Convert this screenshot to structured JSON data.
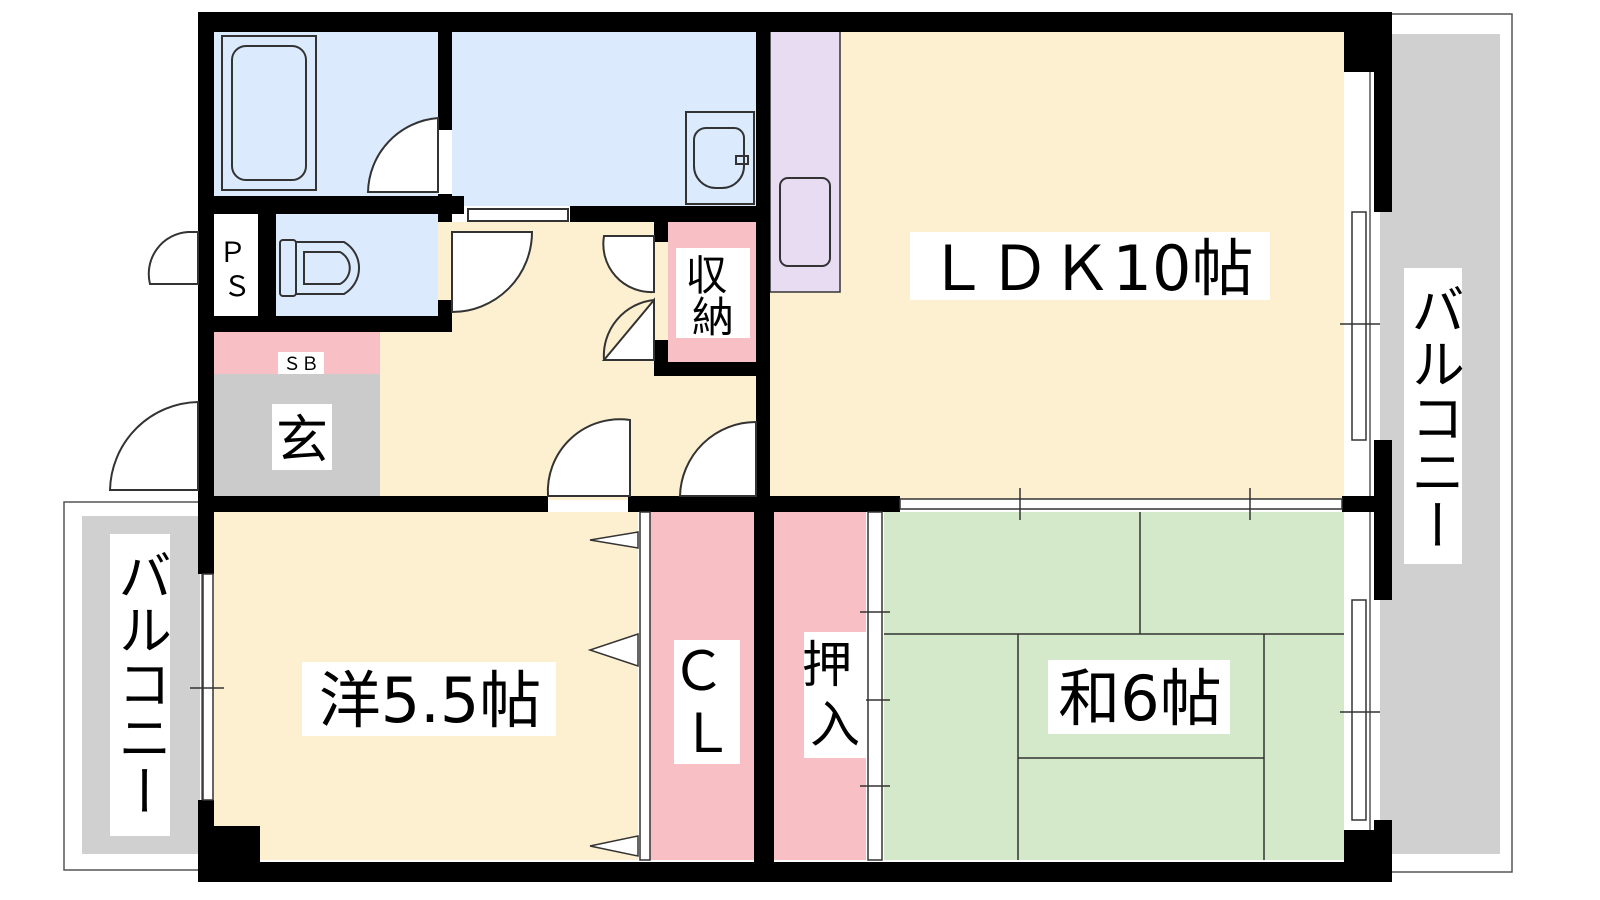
{
  "colors": {
    "wall": "#000000",
    "ldk": "#fdf0d0",
    "corridor": "#fdf0d0",
    "western_room": "#fdf0d0",
    "wet_area": "#dbeafd",
    "kitchen": "#e8dcf3",
    "storage": "#f8c0c4",
    "genkan": "#cbcbcb",
    "tatami": "#d3e9c9",
    "balcony": "#d0d0d0",
    "label_bg": "#ffffff"
  },
  "rooms": {
    "ldk": "ＬＤＫ10帖",
    "western": "洋5.5帖",
    "japanese": "和6帖",
    "storage_small": "収納",
    "closet": "ＣＬ",
    "oshiire": "押入",
    "genkan": "玄",
    "ps": "ＰＳ",
    "sb": "ＳＢ"
  },
  "balconies": {
    "right": "バルコニー",
    "left": "バルコニー"
  }
}
